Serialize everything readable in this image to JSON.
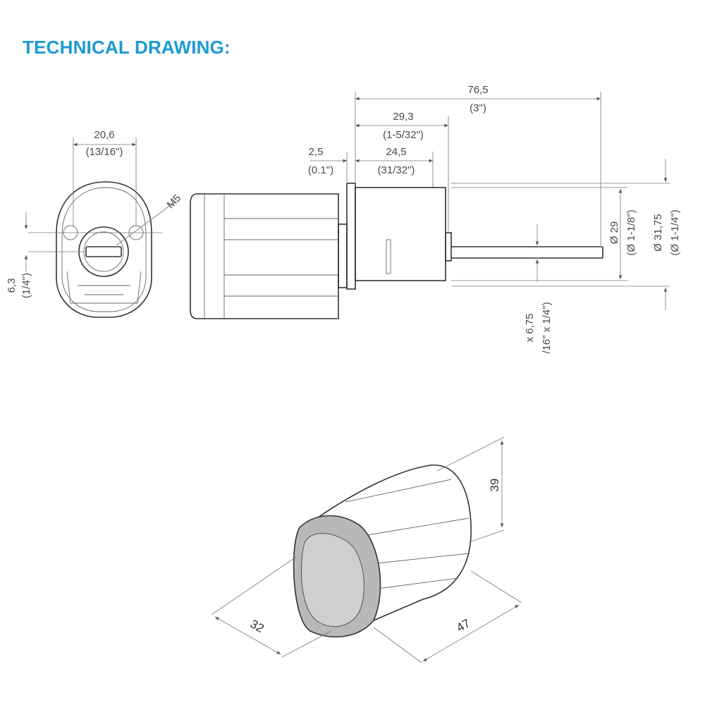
{
  "title": "TECHNICAL DRAWING:",
  "front_view": {
    "width_mm": "20,6",
    "width_in": "(13/16\")",
    "thread_label": "M5",
    "offset_mm": "6,3",
    "offset_in": "(1/4\")"
  },
  "side_view": {
    "total_length_mm": "76,5",
    "total_length_in": "(3\")",
    "body_length_mm": "29,3",
    "body_length_in": "(1-5/32\")",
    "flange_mm": "2,5",
    "flange_in": "(0.1\")",
    "inner_length_mm": "24,5",
    "inner_length_in": "(31/32\")",
    "diameter_inner": "Ø 29",
    "diameter_inner_in": "(Ø 1-1/8\")",
    "diameter_outer": "Ø 31,75",
    "diameter_outer_in": "(Ø 1-1/4\")",
    "cam_mm": "x 6,75",
    "cam_in": "/16\" x 1/4\")"
  },
  "iso_view": {
    "height": "39",
    "depth": "32",
    "length": "47"
  },
  "colors": {
    "title": "#1b9ad6",
    "line": "#333333",
    "grip": "#b8b8b8"
  }
}
